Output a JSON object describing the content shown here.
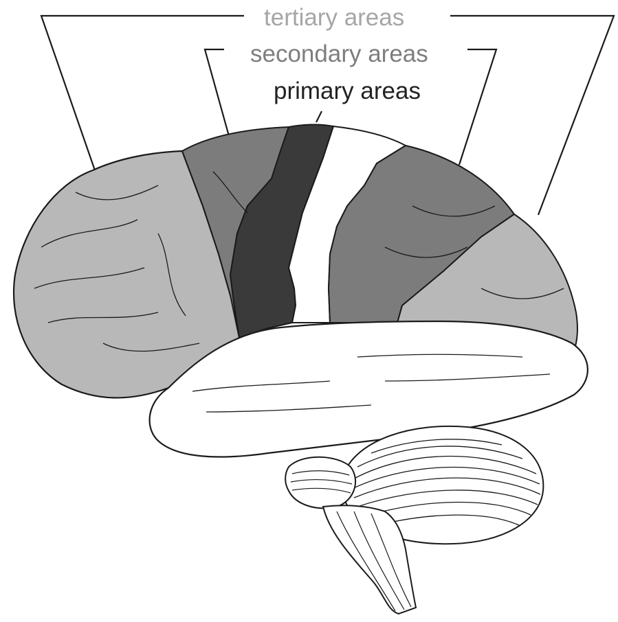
{
  "labels": {
    "tertiary": "tertiary areas",
    "secondary": "secondary areas",
    "primary": "primary areas"
  },
  "colors": {
    "tertiary": "#b8b8b8",
    "secondary": "#7c7c7c",
    "primary": "#3a3a3a",
    "unassociated": "#ffffff",
    "tertiary_text": "#a6a6a6",
    "secondary_text": "#7e7e7e",
    "primary_text": "#222222",
    "outline": "#1a1a1a"
  },
  "icons": {
    "diagram": "brain-lateral-view-icon"
  }
}
